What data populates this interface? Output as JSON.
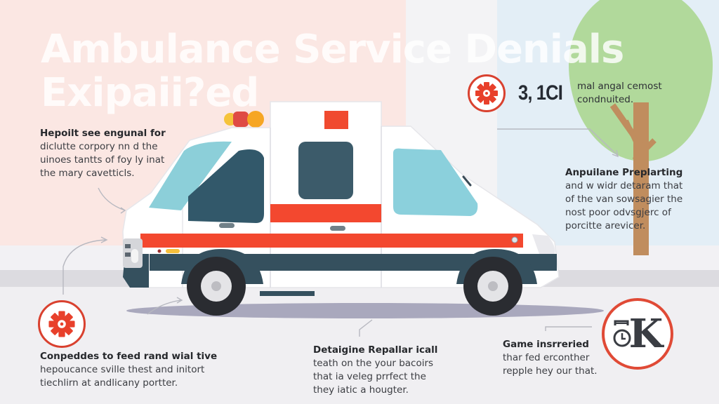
{
  "infographic": {
    "title_line1": "Ambulance Service Denials",
    "title_line2": "Exipaii?ed"
  },
  "stat": {
    "icon": "gear-medical-icon",
    "value": "3, 1CI",
    "description_line1": "mal angal cemost",
    "description_line2": "condnuited."
  },
  "callouts": [
    {
      "heading": "Hepoilt see engunal for",
      "lines": [
        "diclutte corpory nn d the",
        "uinoes tantts of foy ly inat",
        "the mary cavetticls."
      ]
    },
    {
      "heading": "Anpuilane Preplarting",
      "lines": [
        "and w widr detaram that",
        "of the van sowsagier the",
        "nost poor odvsgjerc of",
        "porcitte arevicer."
      ]
    },
    {
      "heading": "Conpeddes to feed rand wial tive",
      "icon": "gear-medical-icon",
      "lines": [
        "hepoucance sville thest and initort",
        "tiechlirn at andlicany portter."
      ]
    },
    {
      "heading": "Detaigine Repallar icall",
      "lines": [
        "teath on the your bacoirs",
        "that ia veleg prrfect the",
        "they iatic a hougter."
      ]
    },
    {
      "heading": "Game insrreried",
      "icon": "clock-k-icon",
      "badge_letter": "K",
      "lines": [
        "thar fed erconther",
        "repple hey our that."
      ]
    }
  ],
  "colors": {
    "accent_red": "#e84a2e",
    "pink_bg": "#fbe7e3",
    "blue_bg": "#e3eef6",
    "body_dark": "#35505e",
    "glass": "#88cdd8",
    "tree_green": "#b1d99b",
    "trunk": "#c08d5e"
  }
}
